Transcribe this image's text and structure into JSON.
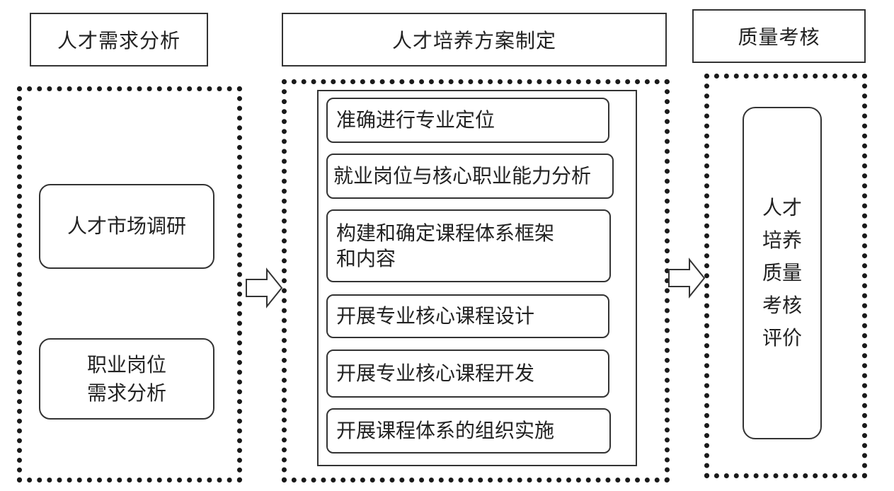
{
  "columns": {
    "demand": {
      "header": "人才需求分析",
      "items": [
        "人才市场调研",
        "职业岗位",
        "需求分析"
      ]
    },
    "plan": {
      "header": "人才培养方案制定",
      "steps": [
        "准确进行专业定位",
        "就业岗位与核心职业能力分析",
        "构建和确定课程体系框架",
        "和内容",
        "开展专业核心课程设计",
        "开展专业核心课程开发",
        "开展课程体系的组织实施"
      ]
    },
    "quality": {
      "header": "质量考核",
      "vertical_lines": [
        "人才",
        "培养",
        "质量",
        "考核",
        "评价"
      ]
    }
  }
}
